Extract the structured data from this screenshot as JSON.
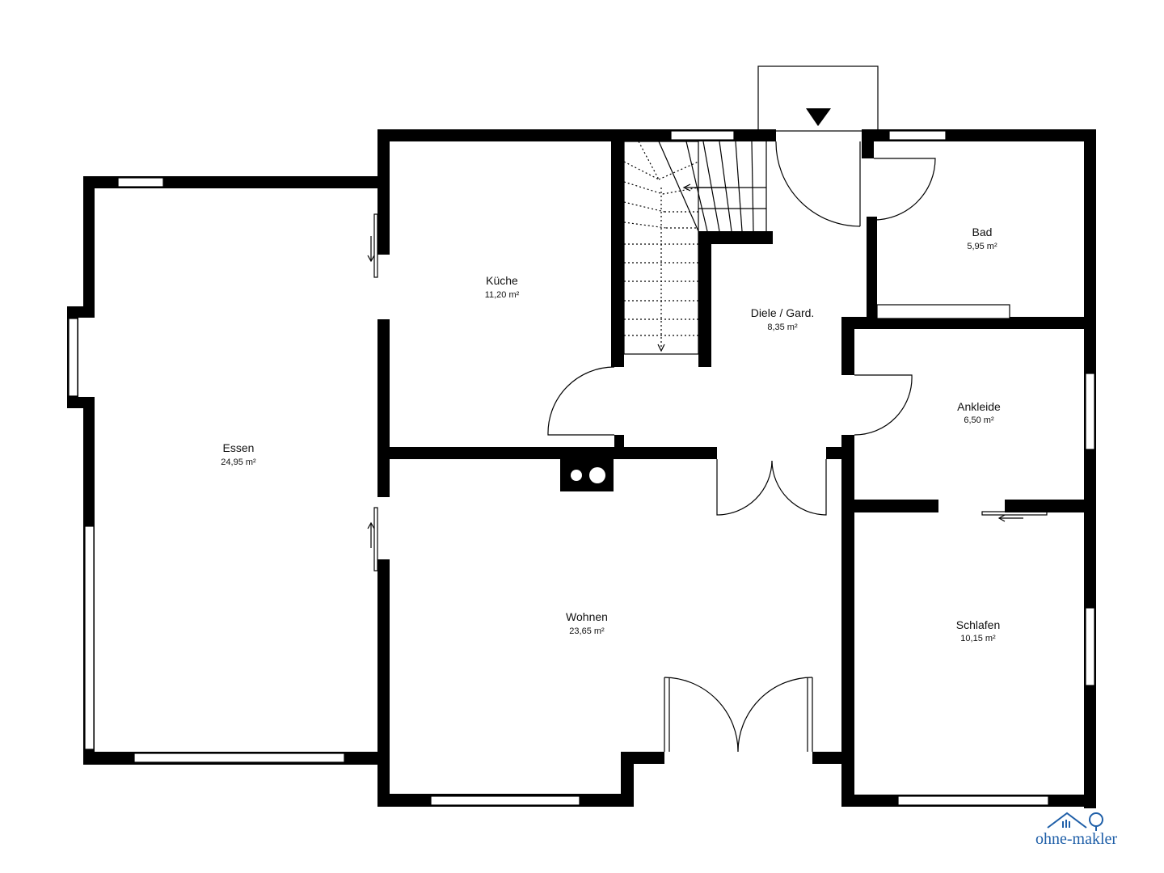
{
  "rooms": {
    "essen": {
      "name": "Essen",
      "area": "24,95 m²"
    },
    "kueche": {
      "name": "Küche",
      "area": "11,20 m²"
    },
    "diele": {
      "name": "Diele / Gard.",
      "area": "8,35 m²"
    },
    "bad": {
      "name": "Bad",
      "area": "5,95 m²"
    },
    "ankleide": {
      "name": "Ankleide",
      "area": "6,50 m²"
    },
    "wohnen": {
      "name": "Wohnen",
      "area": "23,65 m²"
    },
    "schlafen": {
      "name": "Schlafen",
      "area": "10,15 m²"
    }
  },
  "logo": {
    "text": "ohne-makler",
    "color": "#1f5fa8"
  }
}
